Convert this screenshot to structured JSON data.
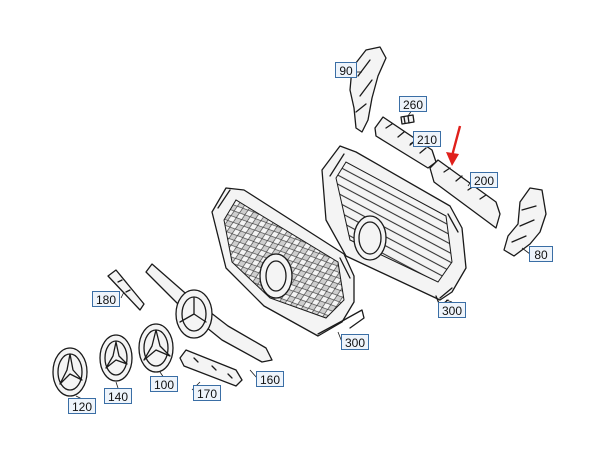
{
  "diagram": {
    "accent_color": "#e0201b",
    "label_border_color": "#3a6ea5",
    "labels": {
      "p90": "90",
      "p260": "260",
      "p210": "210",
      "p200": "200",
      "p80": "80",
      "p180": "180",
      "p300_right": "300",
      "p300_left": "300",
      "p100": "100",
      "p160": "160",
      "p170": "170",
      "p120": "120",
      "p140": "140"
    },
    "highlighted_part": "200",
    "pointer_icon": "red-arrow-icon"
  }
}
